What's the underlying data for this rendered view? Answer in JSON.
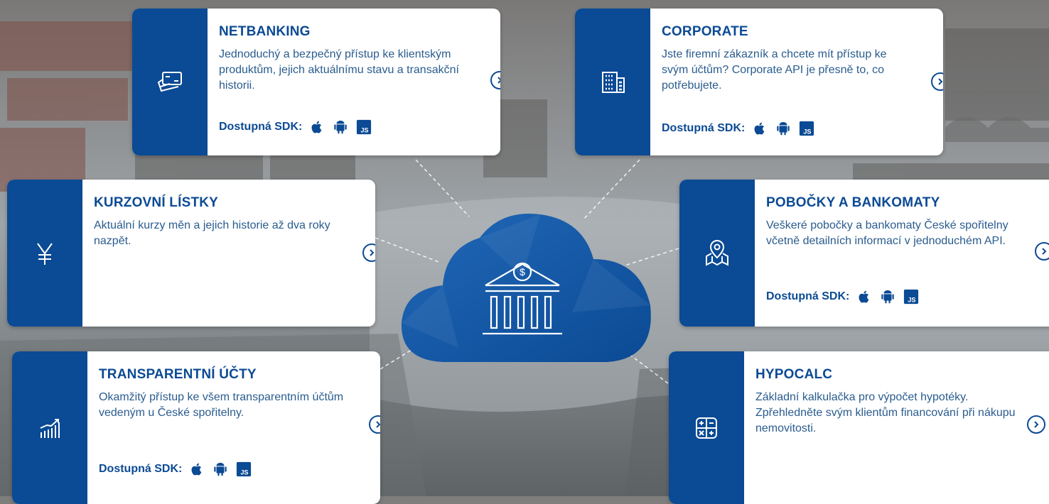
{
  "colors": {
    "brand": "#0b4a94",
    "text": "#2a5c8e",
    "card_bg": "#ffffff"
  },
  "center": {
    "icon": "bank-cloud-icon"
  },
  "cards": {
    "netbanking": {
      "title": "NETBANKING",
      "desc": "Jednoduchý a bezpečný přístup ke klientským produktům, jejich aktuálnímu stavu a transakční historii.",
      "sdk_label": "Dostupná SDK:",
      "icon": "cards-icon"
    },
    "corporate": {
      "title": "CORPORATE",
      "desc": "Jste firemní zákazník a chcete mít přístup ke svým účtům? Corporate API je přesně to, co potřebujete.",
      "sdk_label": "Dostupná SDK:",
      "icon": "building-icon"
    },
    "kurzovni": {
      "title": "KURZOVNÍ LÍSTKY",
      "desc": "Aktuální kurzy měn a jejich historie až dva roky nazpět.",
      "icon": "yen-icon"
    },
    "pobocky": {
      "title": "POBOČKY A BANKOMATY",
      "desc": "Veškeré pobočky a bankomaty České spořitelny včetně detailních informací v jednoduchém API.",
      "sdk_label": "Dostupná SDK:",
      "icon": "map-pin-icon"
    },
    "transparentni": {
      "title": "TRANSPARENTNÍ ÚČTY",
      "desc": "Okamžitý přístup ke všem transparentním účtům vedeným u České spořitelny.",
      "sdk_label": "Dostupná SDK:",
      "icon": "chart-growth-icon"
    },
    "hypocalc": {
      "title": "HYPOCALC",
      "desc": "Základní kalkulačka pro výpočet hypotéky. Zpřehledněte svým klientům financování při nákupu nemovitosti.",
      "icon": "calculator-icon"
    }
  },
  "sdk_icons": [
    "apple-icon",
    "android-icon",
    "js-icon"
  ]
}
